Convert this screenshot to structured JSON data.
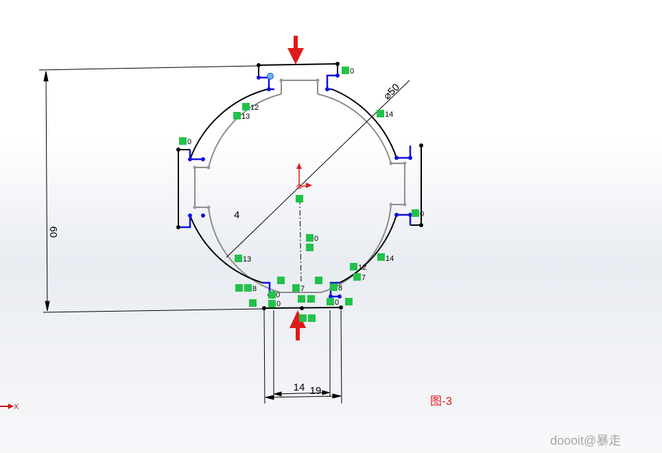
{
  "colors": {
    "outline": "#000000",
    "construction": "#8c8c8c",
    "endpoint": "#1010e0",
    "relation_bg": "#22c24a",
    "arrow": "#e01b1b",
    "caption": "#e02020",
    "watermark": "#a8a8a8"
  },
  "dimensions": {
    "height": "60",
    "diameter": "⌀50",
    "inner_width": "14",
    "outer_width": "19",
    "label_4": "4"
  },
  "relations": {
    "top_right": "0",
    "left": "0",
    "right": "0",
    "upper_left_a": "12",
    "upper_left_b": "13",
    "upper_right": "14",
    "lower_left": "13",
    "lower_right_a": "14",
    "lower_right_b": "12",
    "center_v": "0",
    "bottom_left_8": "8",
    "bottom_right_8": "8",
    "bottom_7_left": "7",
    "bottom_7_right": "7",
    "bottom_left_0": "0",
    "bottom_left_0b": "0",
    "bottom_right_0": "0"
  },
  "icons": {
    "arrows": "red-pointer-arrow",
    "origin": "origin-icon",
    "axis": "x-axis-icon"
  },
  "axis_label": "X",
  "caption": "图-3",
  "watermark": "doooit@暴走"
}
